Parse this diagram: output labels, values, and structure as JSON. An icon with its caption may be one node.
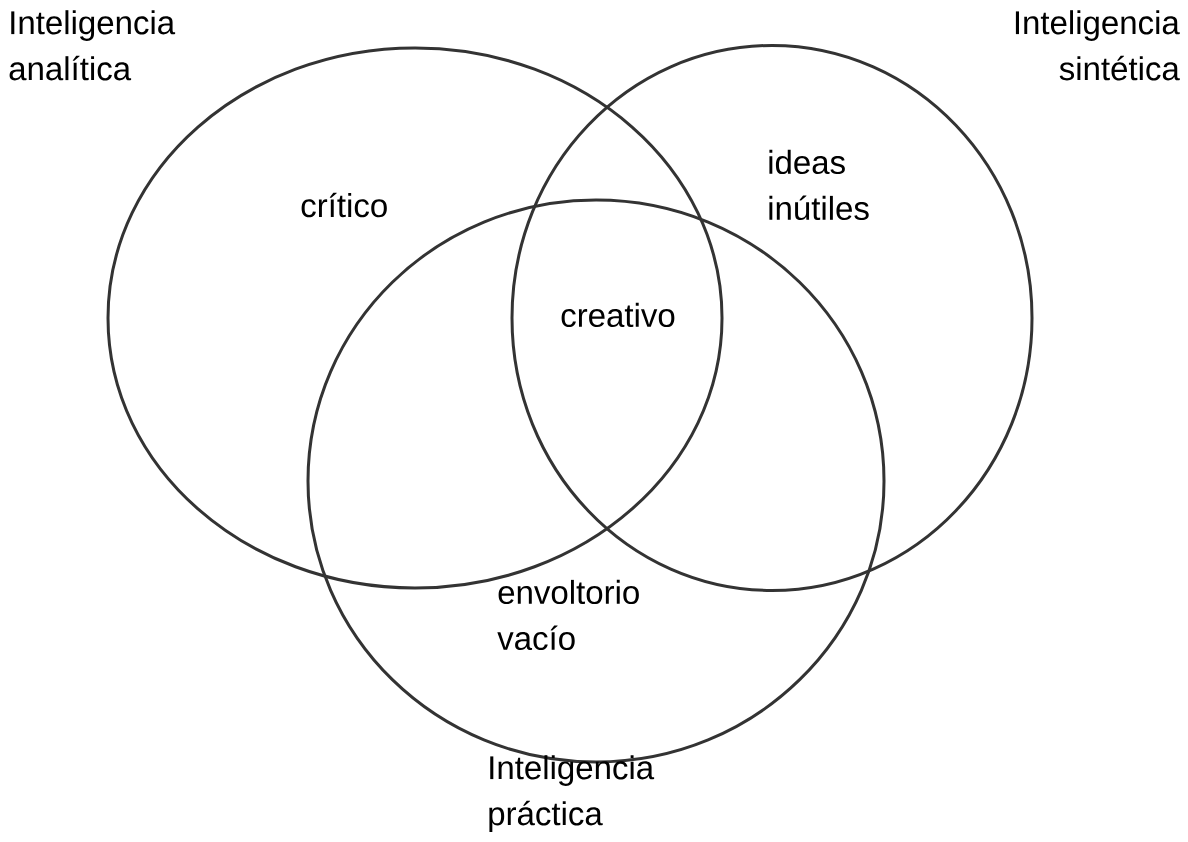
{
  "diagram": {
    "nodes": [
      {
        "text": [
          "Inteligencia analítica",
          "crítico"
        ]
      },
      {
        "text": [
          "Inteligencia sintética",
          "ideas inútiles"
        ]
      },
      {
        "text": [
          "envoltorio vacío",
          "Inteligencia práctica"
        ]
      }
    ],
    "labels": [
      "creativo"
    ]
  }
}
